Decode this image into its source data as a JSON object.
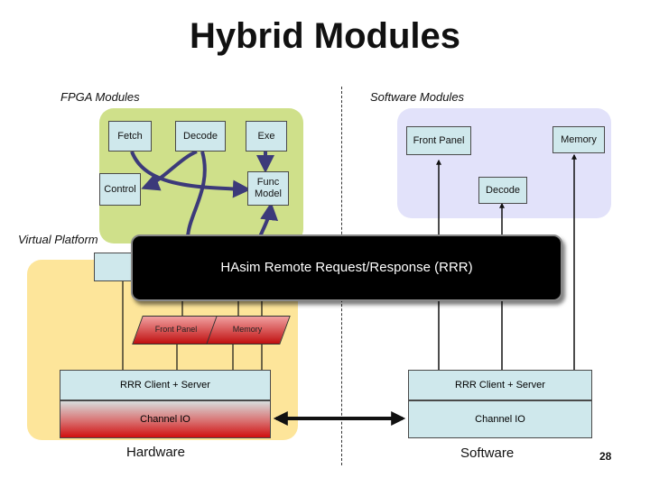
{
  "title": "Hybrid Modules",
  "sections": {
    "fpga": "FPGA Modules",
    "software": "Software Modules",
    "virtual_platform": "Virtual Platform"
  },
  "fpga_nodes": {
    "fetch": "Fetch",
    "decode": "Decode",
    "exe": "Exe",
    "control": "Control",
    "func_model": "Func Model"
  },
  "software_nodes": {
    "front_panel": "Front Panel",
    "memory": "Memory",
    "decode": "Decode"
  },
  "rrr": {
    "label": "HAsim Remote Request/Response (RRR)"
  },
  "hardware_side": {
    "front_panel": "Front Panel",
    "memory": "Memory",
    "rrr_client_server": "RRR Client + Server",
    "channel_io": "Channel IO",
    "label": "Hardware"
  },
  "software_side": {
    "rrr_client_server": "RRR Client + Server",
    "channel_io": "Channel IO",
    "label": "Software"
  },
  "page_number": "28",
  "colors": {
    "fpga_region": "#cfe08a",
    "software_region": "#e2e2fa",
    "virtual_platform_region": "#fde59a",
    "node_fill": "#cfe8ec",
    "arrow": "#3c3a7a",
    "rrr_fill": "#000000"
  }
}
